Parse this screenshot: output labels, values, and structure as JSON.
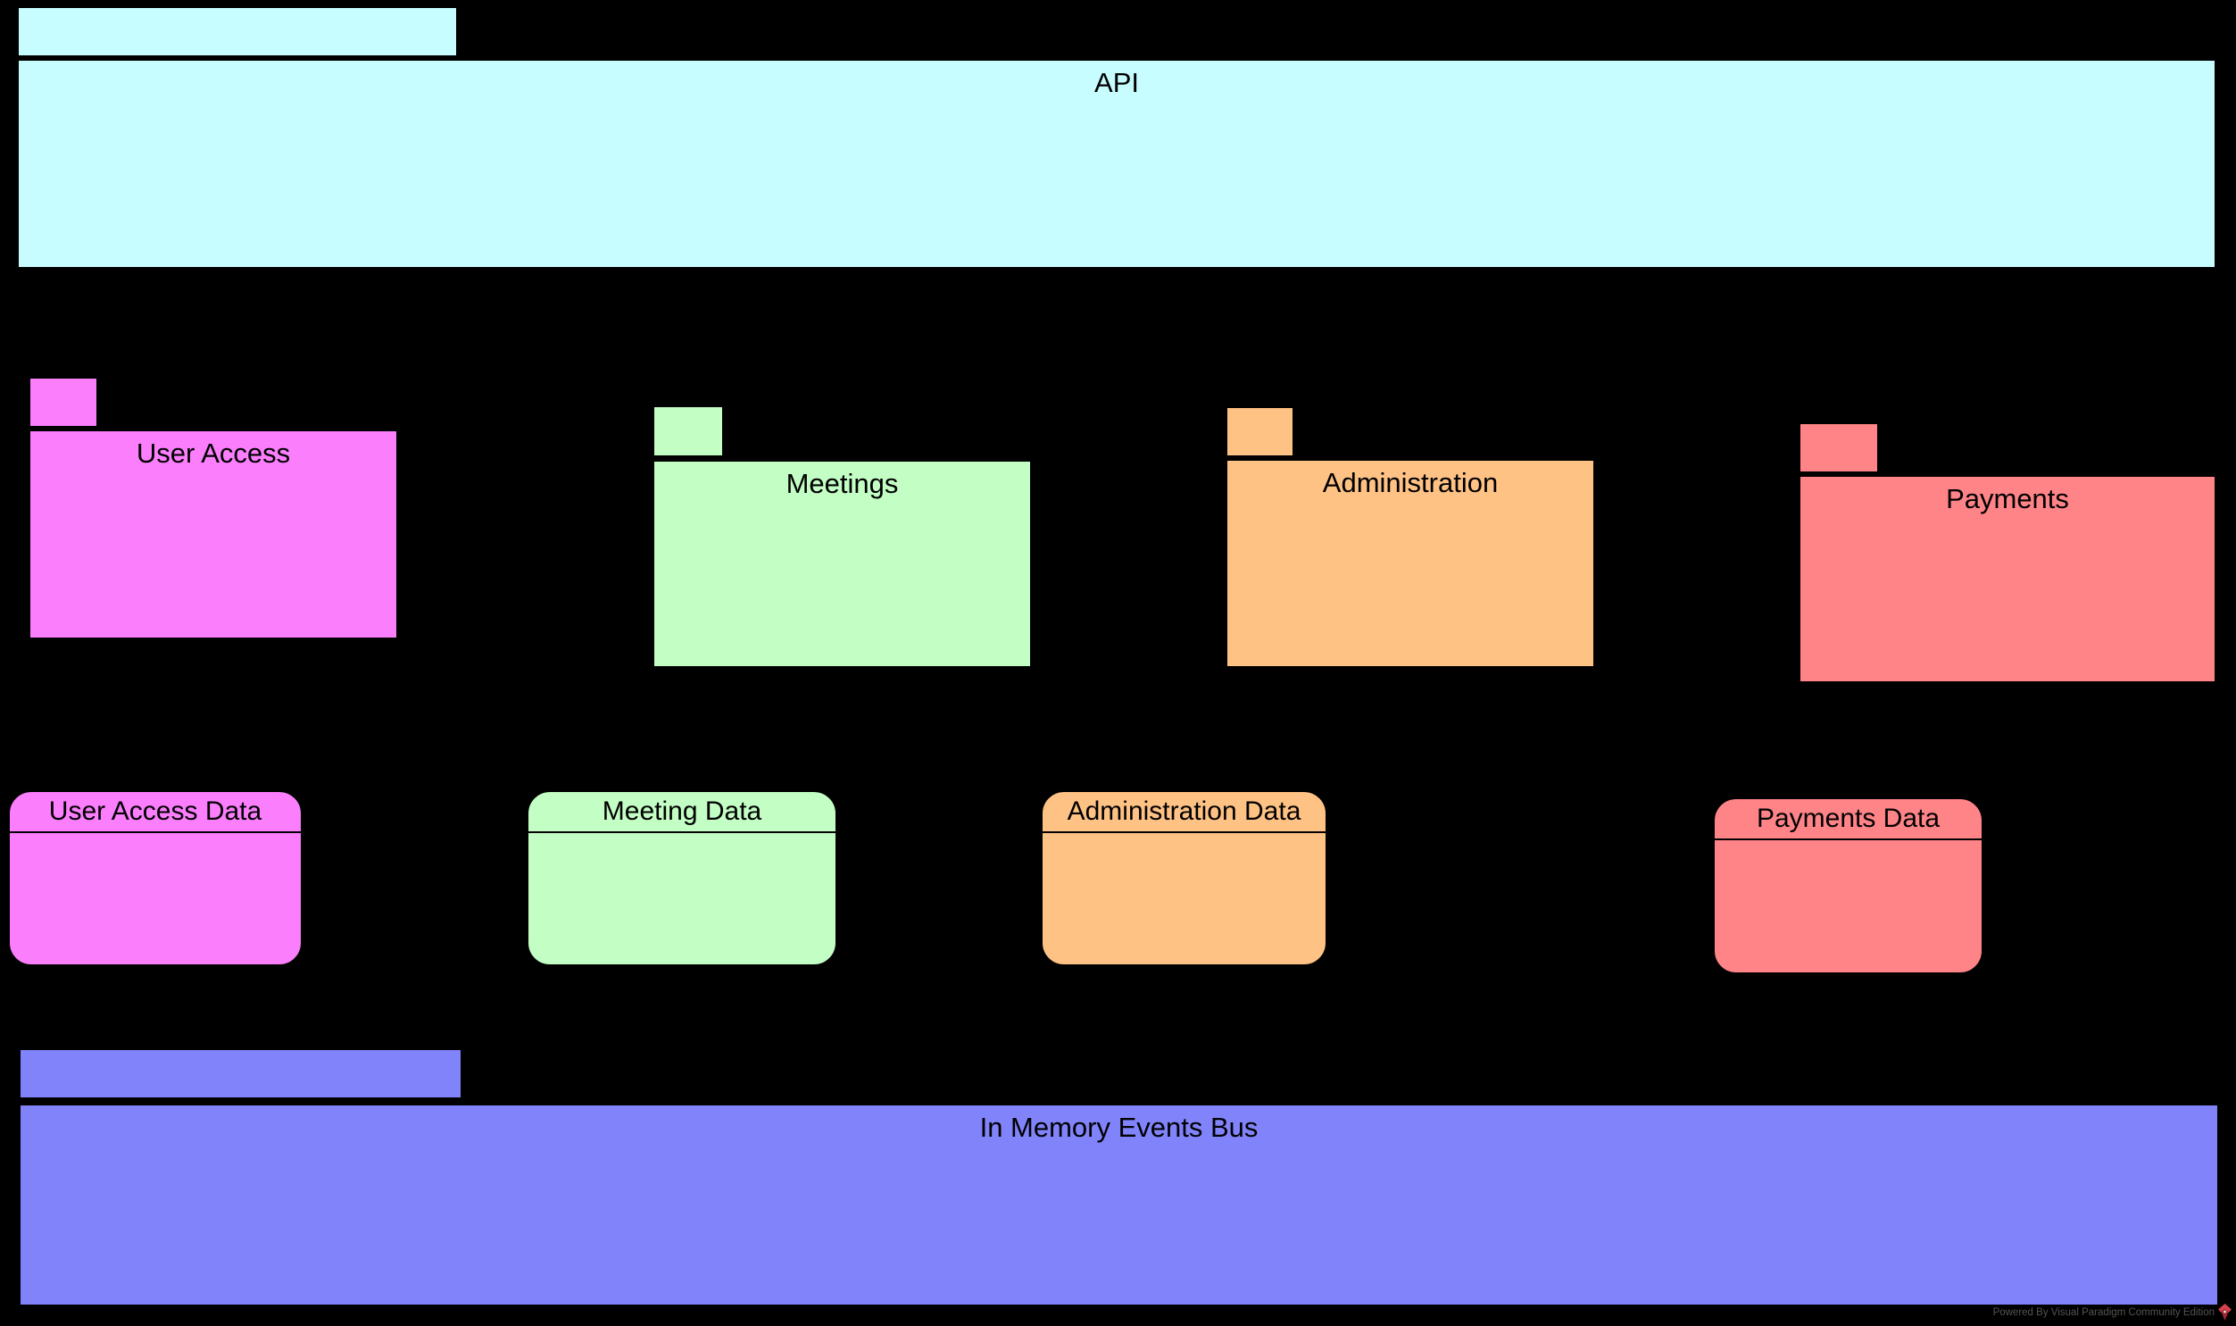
{
  "diagram_type": "uml-package-diagram",
  "packages": [
    {
      "label": "API",
      "fill": "#C7FDFF"
    },
    {
      "label": "User Access",
      "fill": "#FB7EFD"
    },
    {
      "label": "Meetings",
      "fill": "#C3FEC4"
    },
    {
      "label": "Administration",
      "fill": "#FFC285"
    },
    {
      "label": "Payments",
      "fill": "#FF8488"
    },
    {
      "label": "In Memory Events Bus",
      "fill": "#8183FB"
    }
  ],
  "data_stores": [
    {
      "label": "User Access Data",
      "fill": "#FB7EFD"
    },
    {
      "label": "Meeting Data",
      "fill": "#C3FEC4"
    },
    {
      "label": "Administration Data",
      "fill": "#FFC285"
    },
    {
      "label": "Payments Data",
      "fill": "#FF8488"
    }
  ],
  "watermark": {
    "text": "Powered By Visual Paradigm Community Edition",
    "logo": "visual-paradigm-logo-icon",
    "text_color": "#53544F",
    "logo_color": "#D8414D"
  },
  "colors": {
    "background": "#000000",
    "border": "#000000",
    "label_text": "#000000"
  }
}
